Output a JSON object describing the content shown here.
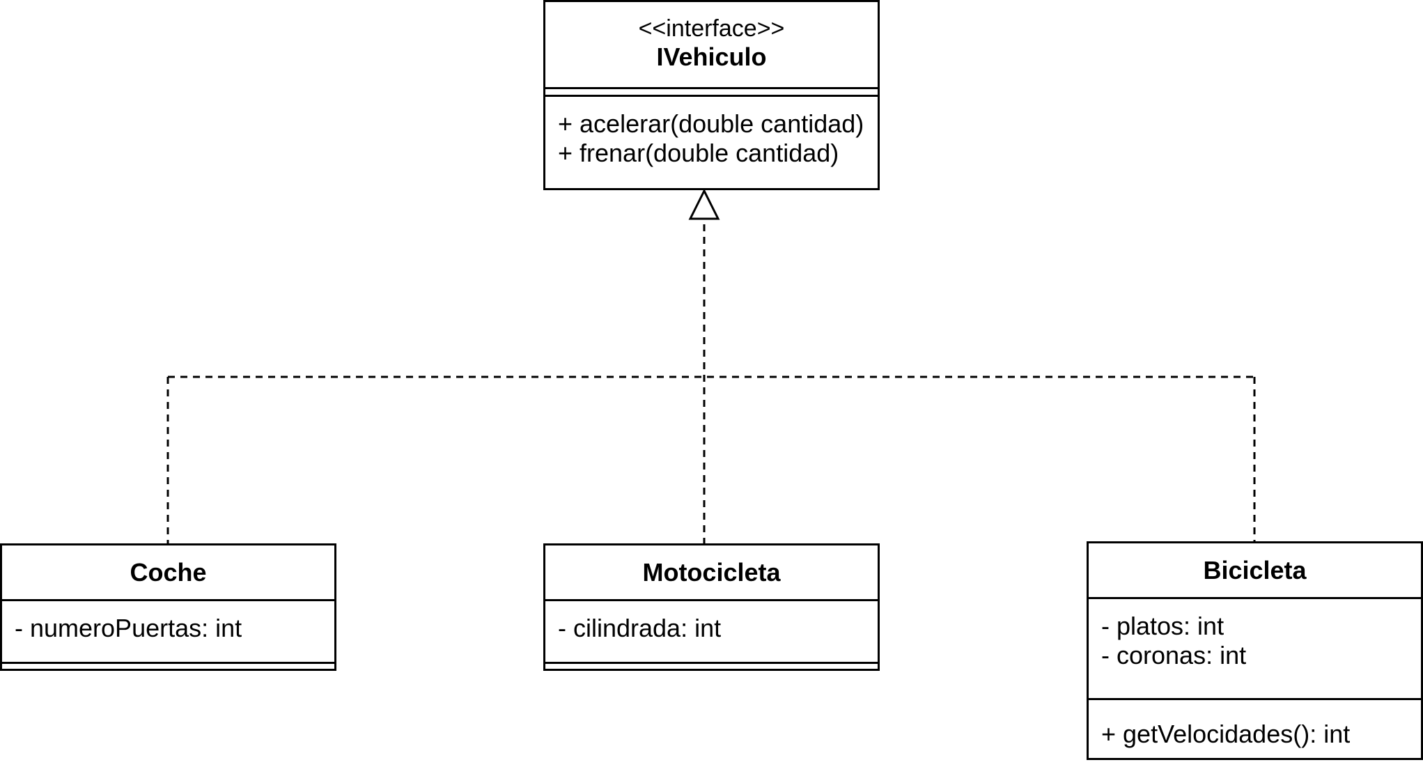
{
  "interface_class": {
    "stereotype": "<<interface>>",
    "name": "IVehiculo",
    "attributes": [],
    "operations": [
      "+ acelerar(double cantidad)",
      "+ frenar(double cantidad)"
    ]
  },
  "classes": [
    {
      "name": "Coche",
      "attributes": [
        "- numeroPuertas: int"
      ],
      "operations": []
    },
    {
      "name": "Motocicleta",
      "attributes": [
        "- cilindrada: int"
      ],
      "operations": []
    },
    {
      "name": "Bicicleta",
      "attributes": [
        "- platos: int",
        "- coronas: int"
      ],
      "operations": [
        "+ getVelocidades(): int"
      ]
    }
  ],
  "relationships": [
    {
      "type": "realization",
      "from": "Coche",
      "to": "IVehiculo"
    },
    {
      "type": "realization",
      "from": "Motocicleta",
      "to": "IVehiculo"
    },
    {
      "type": "realization",
      "from": "Bicicleta",
      "to": "IVehiculo"
    }
  ]
}
